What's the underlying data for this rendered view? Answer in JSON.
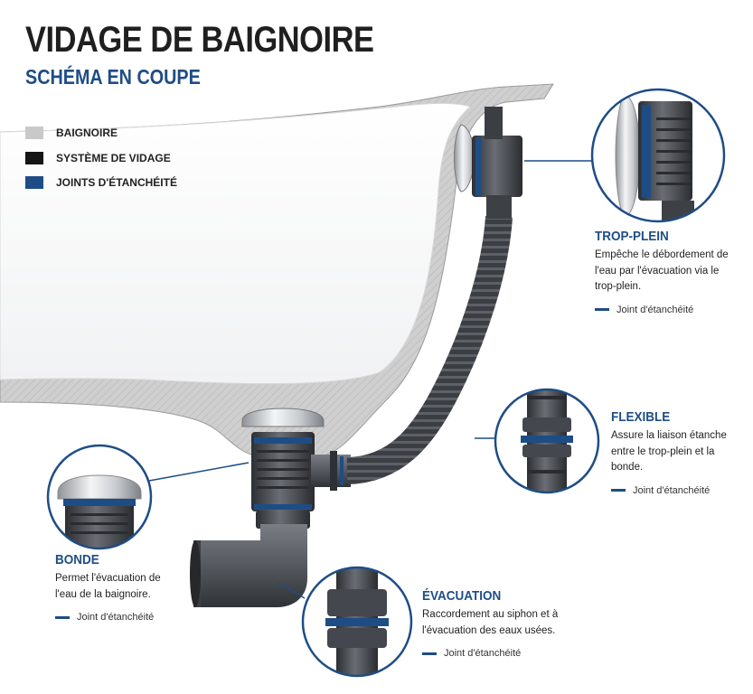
{
  "header": {
    "title": "VIDAGE DE BAIGNOIRE",
    "subtitle": "SCHÉMA EN COUPE"
  },
  "legend": [
    {
      "label": "BAIGNOIRE",
      "color": "#c9c9c9"
    },
    {
      "label": "SYSTÈME DE VIDAGE",
      "color": "#151515"
    },
    {
      "label": "JOINTS D'ÉTANCHÉITÉ",
      "color": "#1e4d86"
    }
  ],
  "callouts": {
    "trop_plein": {
      "title": "TROP-PLEIN",
      "description": "Empêche le débordement de l'eau par l'évacuation via le trop-plein.",
      "seal_label": "Joint d'étanchéité"
    },
    "flexible": {
      "title": "FLEXIBLE",
      "description": "Assure la liaison étanche entre le trop-plein et la bonde.",
      "seal_label": "Joint d'étanchéité"
    },
    "bonde": {
      "title": "BONDE",
      "description": "Permet l'évacuation de l'eau de la baignoire.",
      "seal_label": "Joint d'étanchéité"
    },
    "evacuation": {
      "title": "ÉVACUATION",
      "description": "Raccordement au siphon et à l'évacuation des eaux usées.",
      "seal_label": "Joint d'étanchéité"
    }
  },
  "colors": {
    "accent": "#1e4d86",
    "tub_shell": "#c9c9c9",
    "pipe": "#3d4045",
    "seal": "#1e4d86"
  }
}
